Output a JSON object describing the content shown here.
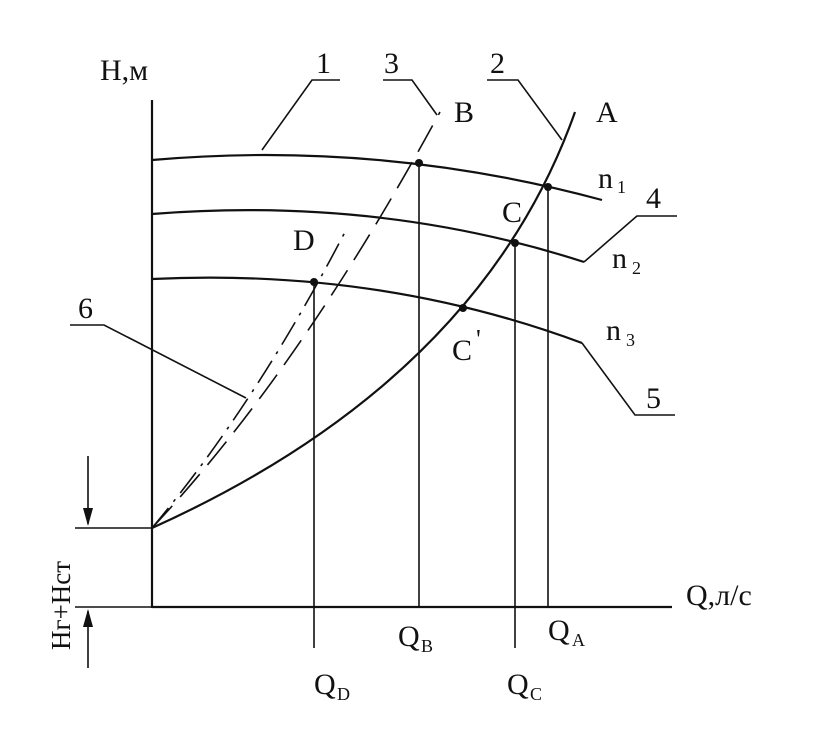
{
  "axes": {
    "y_label": "H,м",
    "x_label": "Q,л/с",
    "static_head_label": "Hг+Hст"
  },
  "curve_numbers": [
    "1",
    "2",
    "3",
    "4",
    "5",
    "6"
  ],
  "points": {
    "A": "A",
    "B": "B",
    "C": "C",
    "C_prime": "C",
    "C_prime_mark": "'",
    "D": "D"
  },
  "speeds": [
    {
      "letter": "n",
      "index": "1"
    },
    {
      "letter": "n",
      "index": "2"
    },
    {
      "letter": "n",
      "index": "3"
    }
  ],
  "flows": [
    {
      "letter": "Q",
      "index": "B"
    },
    {
      "letter": "Q",
      "index": "A"
    },
    {
      "letter": "Q",
      "index": "D"
    },
    {
      "letter": "Q",
      "index": "C"
    }
  ],
  "colors": {
    "ink": "#111111",
    "background": "#ffffff"
  }
}
